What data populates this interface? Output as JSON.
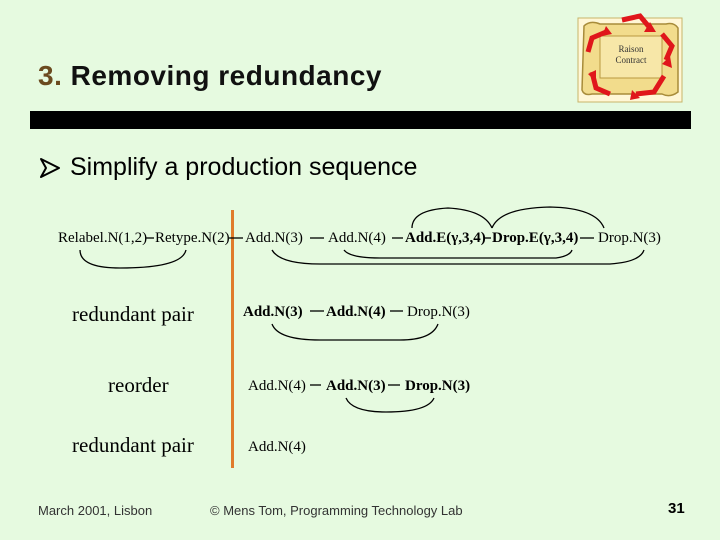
{
  "header": {
    "number": "3.",
    "title": "Removing redundancy"
  },
  "bullet": "Simplify a production sequence",
  "sequence": {
    "s1": "Relabel.N(1,2)",
    "s2": "Retype.N(2)",
    "s3": "Add.N(3)",
    "s4": "Add.N(4)",
    "s5": "Add.E(γ,3,4)",
    "s6": "Drop.E(γ,3,4)",
    "s7": "Drop.N(3)"
  },
  "steps": [
    {
      "label": "redundant pair",
      "items": [
        "Add.N(3)",
        "Add.N(4)",
        "Drop.N(3)"
      ]
    },
    {
      "label": "reorder",
      "items": [
        "Add.N(4)",
        "Add.N(3)",
        "Drop.N(3)"
      ]
    },
    {
      "label": "redundant pair",
      "items": [
        "Add.N(4)"
      ]
    }
  ],
  "footer": {
    "left": "March 2001, Lisbon",
    "center": "© Mens Tom, Programming Technology Lab",
    "page": "31"
  },
  "colors": {
    "background": "#e6fae0",
    "divider": "#e07b2b",
    "title_number": "#6b4a1f"
  },
  "icons": {
    "bullet": "arrow-bullet-icon",
    "logo": "recycling-scroll-logo"
  }
}
